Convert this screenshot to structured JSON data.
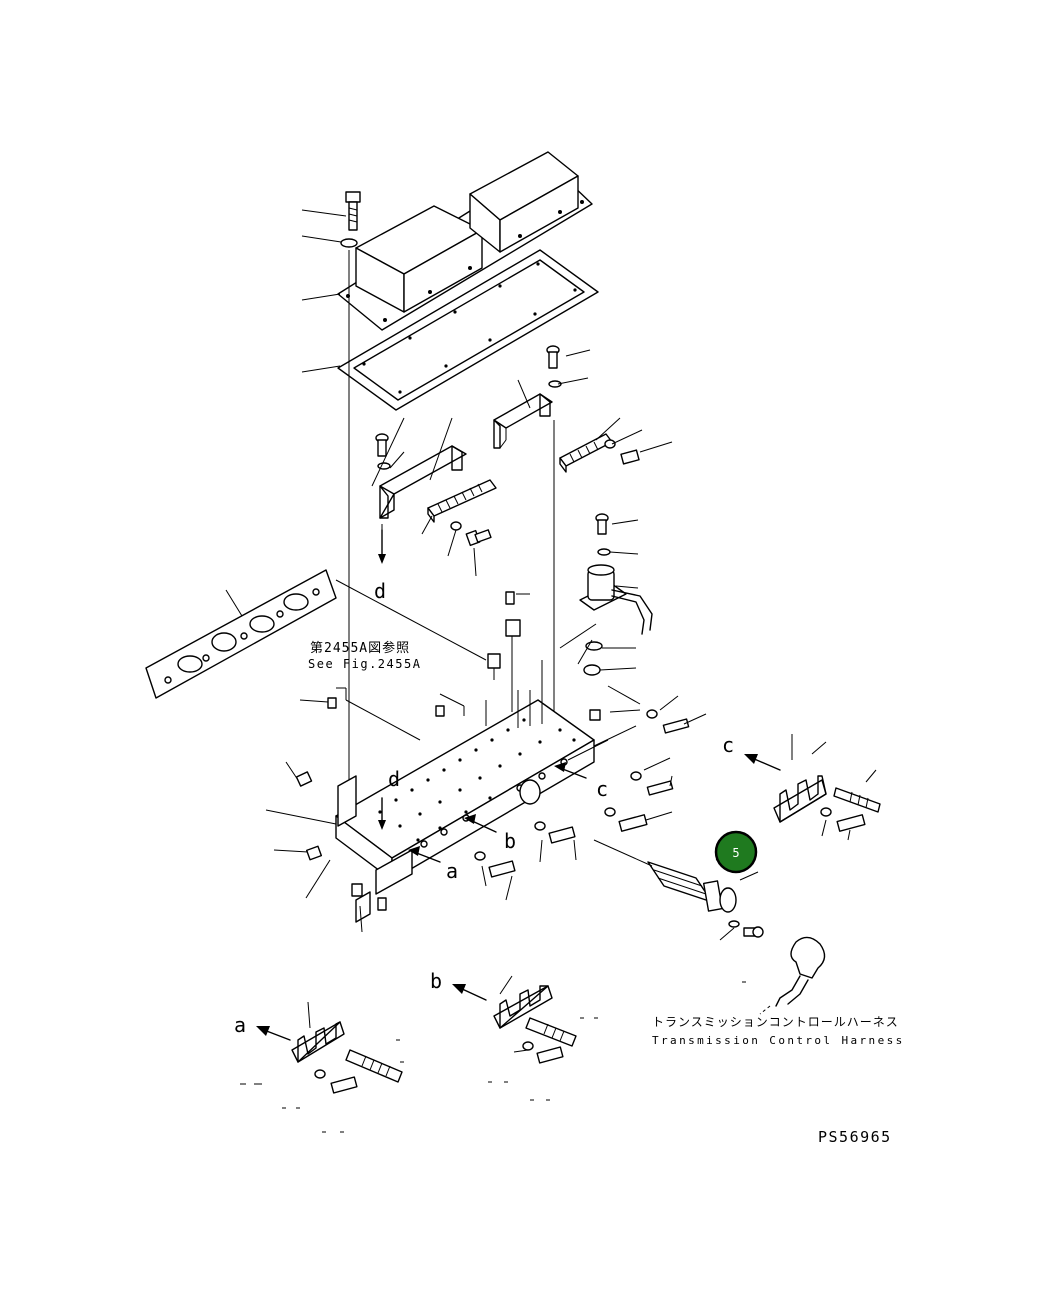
{
  "labels": {
    "d_upper": "d",
    "d_lower": "d",
    "c_body": "c",
    "c_detail": "c",
    "b_body": "b",
    "b_detail": "b",
    "a_body": "a",
    "a_detail": "a"
  },
  "see_fig": {
    "jp": "第2455A図参照",
    "en": "See Fig.2455A"
  },
  "harness": {
    "jp": "トランスミッションコントロールハーネス",
    "en": "Transmission Control Harness"
  },
  "callout": {
    "number": "5",
    "color": "#1f7a1f"
  },
  "drawing_number": "PS56965"
}
